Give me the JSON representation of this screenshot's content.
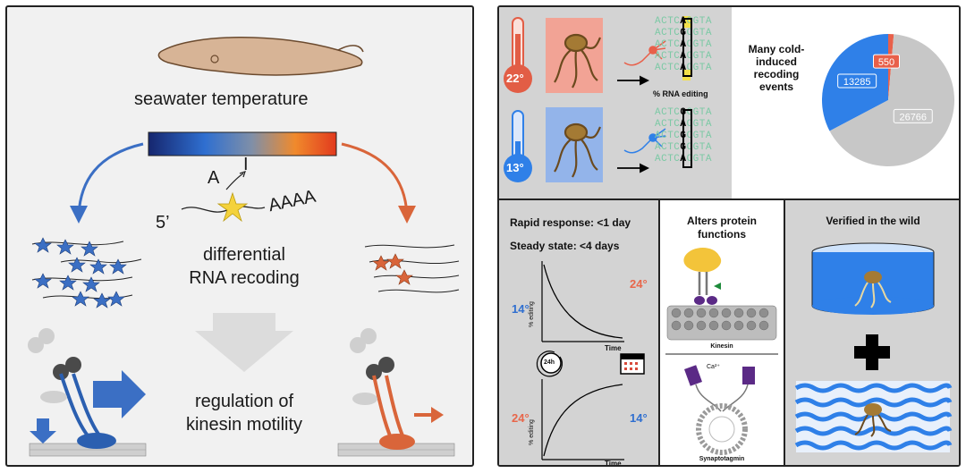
{
  "left": {
    "title": "seawater temperature",
    "edit_a": "A",
    "edit_i": "I",
    "five_prime": "5’",
    "poly_a": "AAAA",
    "recoding_line1": "differential",
    "recoding_line2": "RNA recoding",
    "motility_line1": "regulation of",
    "motility_line2": "kinesin motility",
    "colors": {
      "cold": "#3b6fc4",
      "warm": "#d9653a"
    }
  },
  "right": {
    "temp_warm": "22°",
    "temp_cold": "13°",
    "seq_prefix": "ACTC",
    "seq_suffix": "CGTA",
    "warm_bases": [
      "A",
      "G",
      "A",
      "A",
      "A"
    ],
    "cold_bases": [
      "G",
      "A",
      "G",
      "G",
      "A"
    ],
    "rna_editing_label": "% RNA editing",
    "pie_title_lines": [
      "Many cold-",
      "induced",
      "recoding",
      "events"
    ],
    "pie_slices": [
      {
        "label": "13285",
        "value": 13285,
        "color": "#2f80e8"
      },
      {
        "label": "550",
        "value": 550,
        "color": "#e8604a"
      },
      {
        "label": "26766",
        "value": 26766,
        "color": "#c7c7c7"
      }
    ],
    "rapid_response": "Rapid response: <1 day",
    "steady_state": "Steady state: <4 days",
    "temp14": "14°",
    "temp24": "24°",
    "axis_y": "% editing",
    "axis_x": "Time",
    "clock_label": "24h",
    "protein_title_line1": "Alters protein",
    "protein_title_line2": "functions",
    "kinesin_label": "Kinesin",
    "synaptotagmin_label": "Synaptotagmin",
    "ca_label": "Ca²⁺",
    "wild_title": "Verified in the wild",
    "plus": "+"
  }
}
